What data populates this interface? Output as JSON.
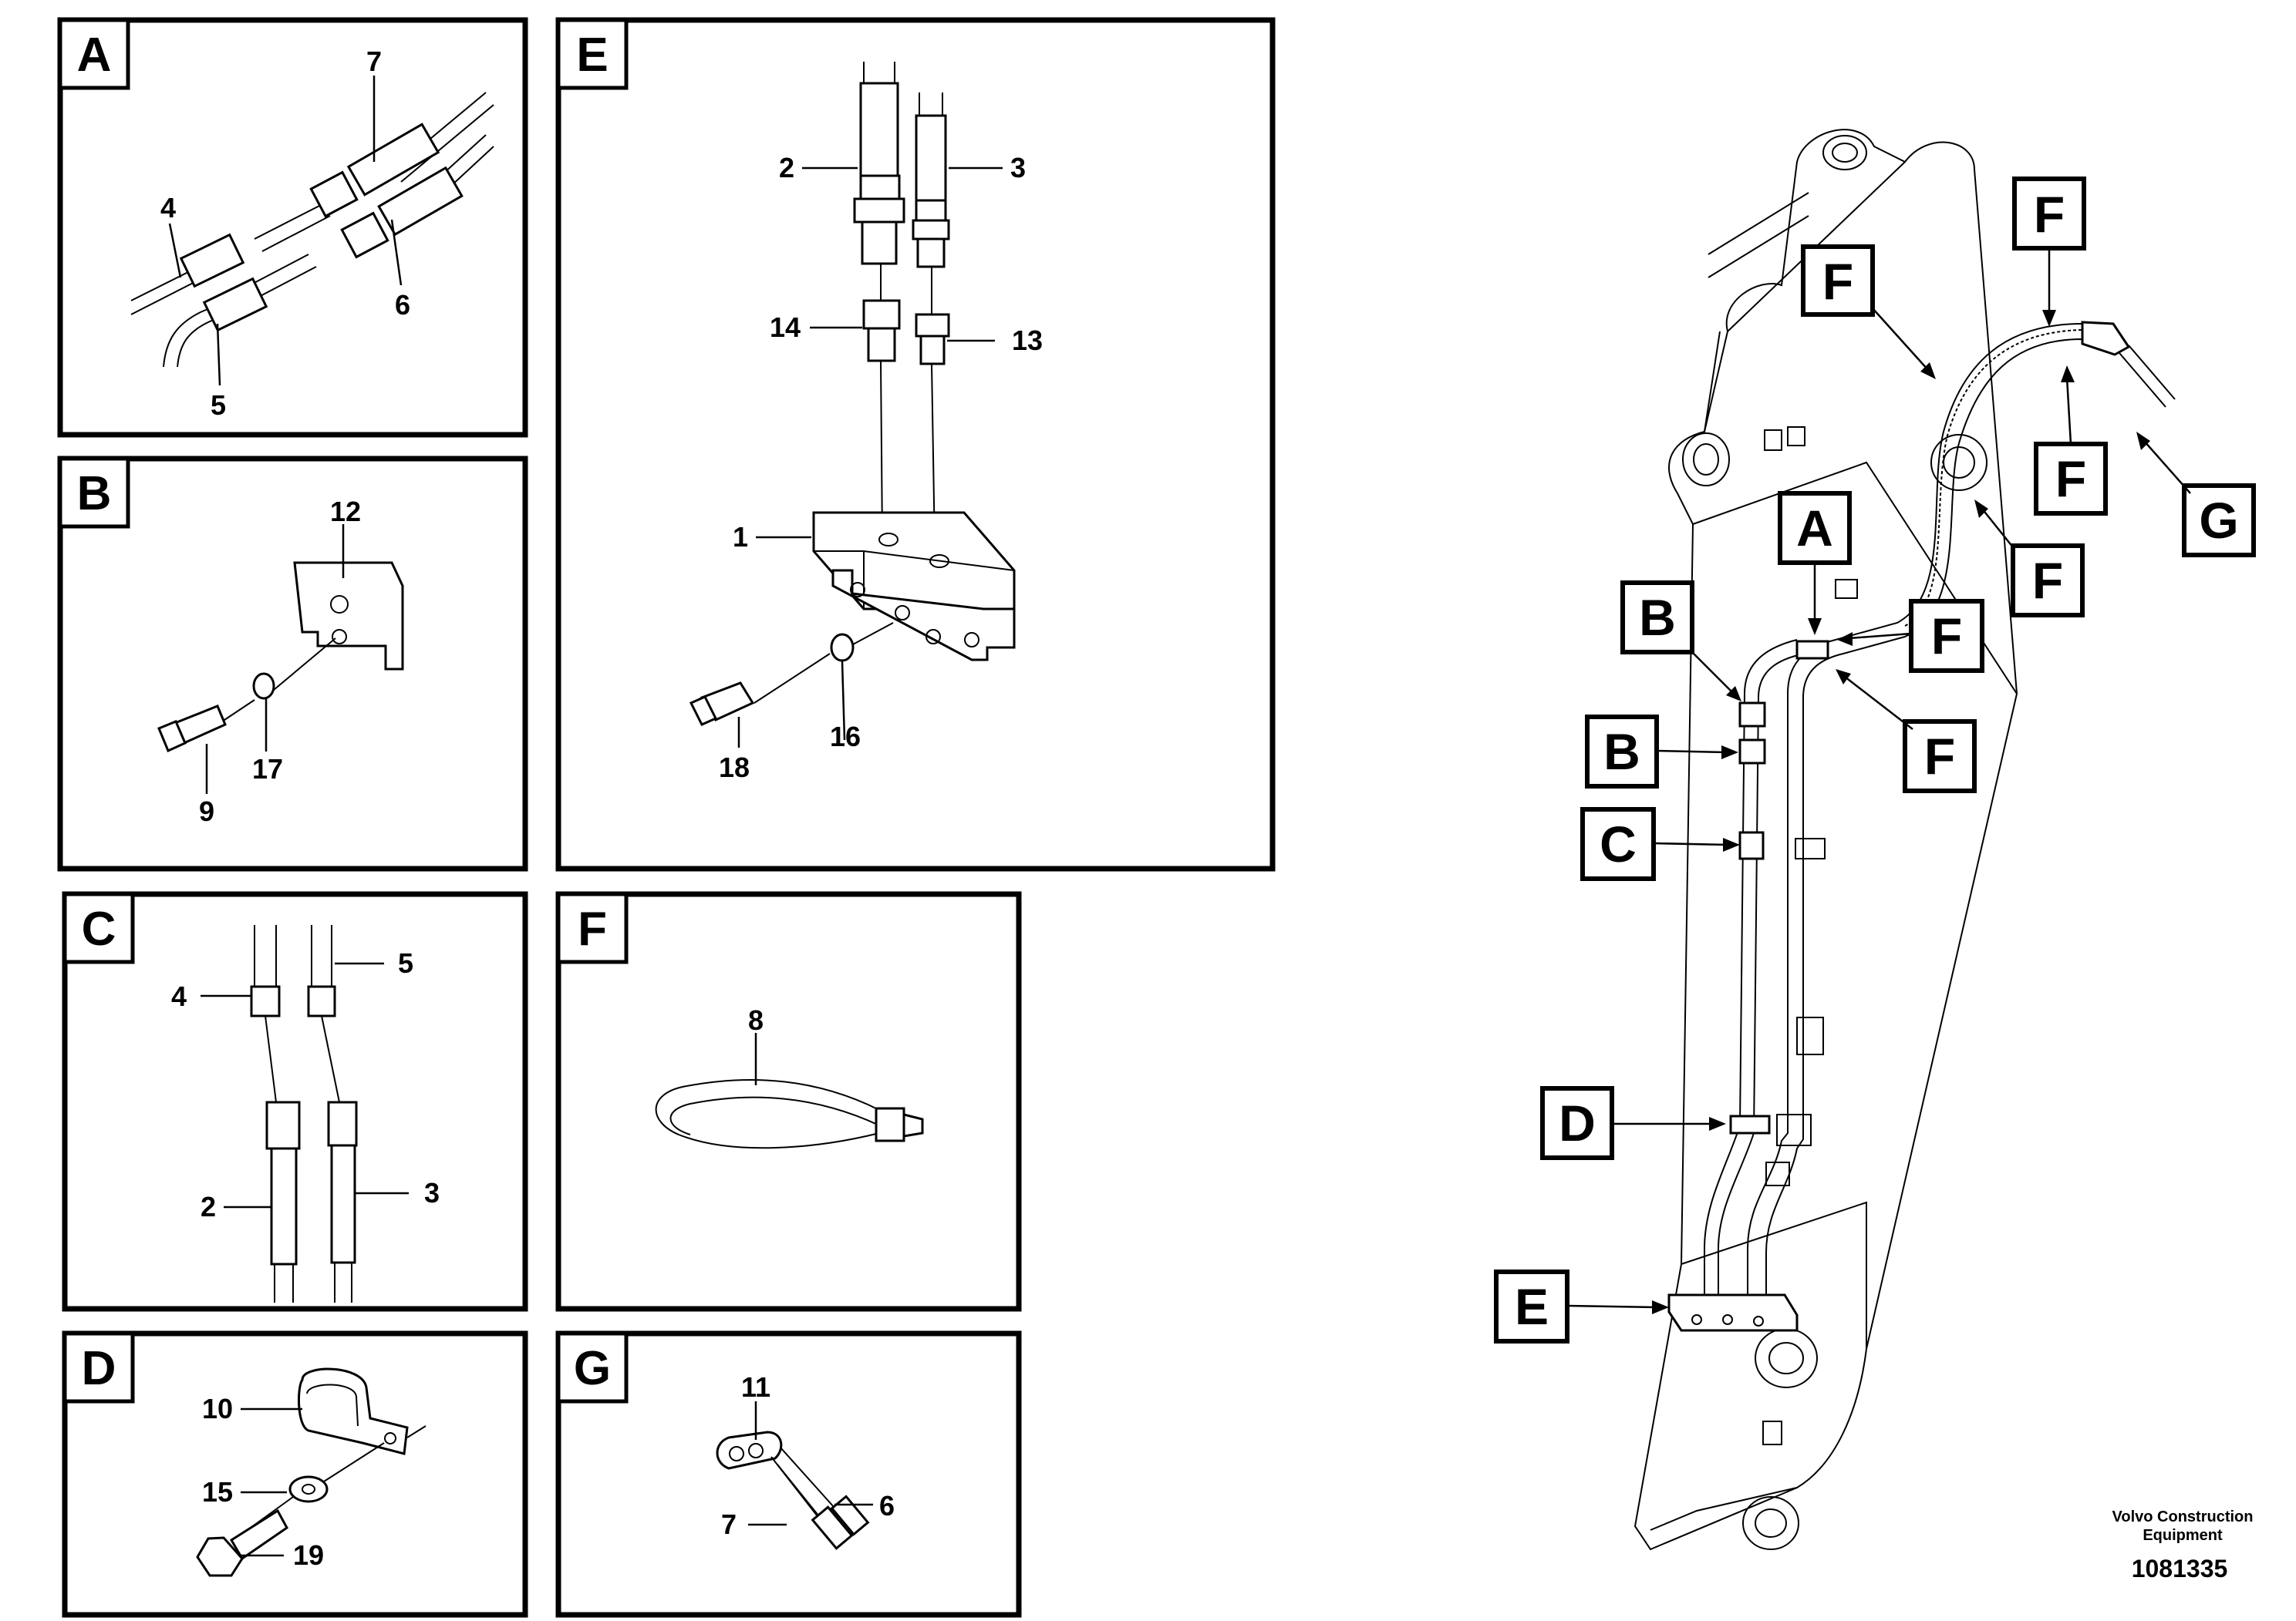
{
  "panels": {
    "A": {
      "letter": "A",
      "labels": {
        "n7": "7",
        "n4": "4",
        "n6": "6",
        "n5": "5"
      }
    },
    "B": {
      "letter": "B",
      "labels": {
        "n12": "12",
        "n9": "9",
        "n17": "17"
      }
    },
    "C": {
      "letter": "C",
      "labels": {
        "n4": "4",
        "n5": "5",
        "n2": "2",
        "n3": "3"
      }
    },
    "D": {
      "letter": "D",
      "labels": {
        "n10": "10",
        "n15": "15",
        "n19": "19"
      }
    },
    "E": {
      "letter": "E",
      "labels": {
        "n2": "2",
        "n3": "3",
        "n14": "14",
        "n13": "13",
        "n1": "1",
        "n18": "18",
        "n16": "16"
      }
    },
    "F": {
      "letter": "F",
      "labels": {
        "n8": "8"
      }
    },
    "G": {
      "letter": "G",
      "labels": {
        "n11": "11",
        "n6": "6",
        "n7": "7"
      }
    }
  },
  "callouts": {
    "F1": "F",
    "F2": "F",
    "F3": "F",
    "F4": "F",
    "F5": "F",
    "F6": "F",
    "G": "G",
    "A": "A",
    "B1": "B",
    "B2": "B",
    "C": "C",
    "D": "D",
    "E": "E"
  },
  "footer": {
    "brand_line1": "Volvo Construction",
    "brand_line2": "Equipment",
    "doc_number": "1081335"
  }
}
